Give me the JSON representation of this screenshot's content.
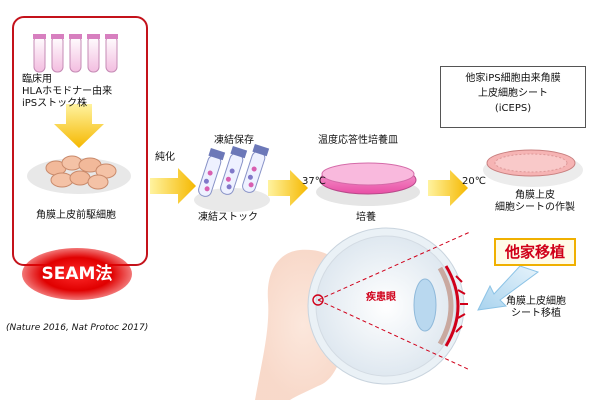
{
  "seam": {
    "source_label": [
      "臨床用",
      "HLAホモドナー由来",
      "iPSストック株"
    ],
    "cell_label": "角膜上皮前駆細胞",
    "method_label": "SEAM法",
    "citation": "(Nature 2016, Nat Protoc 2017)"
  },
  "steps": {
    "purify_label": "純化",
    "freeze_title": "凍結保存",
    "freeze_label": "凍結ストック",
    "dish_title": "温度応答性培養皿",
    "temp_37": "37℃",
    "culture_label": "培養",
    "temp_20": "20℃",
    "sheet_label": [
      "角膜上皮",
      "細胞シートの作製"
    ]
  },
  "product": {
    "lines": [
      "他家iPS細胞由来角膜",
      "上皮細胞シート",
      "(iCEPS)"
    ]
  },
  "transplant": {
    "title": "他家移植",
    "disease_label": "疾患眼",
    "target_label": [
      "角膜上皮細胞",
      "シート移植"
    ]
  },
  "colors": {
    "seam_border": "#c4121b",
    "arrow": "#f5b800",
    "transplant_text": "#d0001a",
    "culture_pink": "#e94fa6"
  }
}
